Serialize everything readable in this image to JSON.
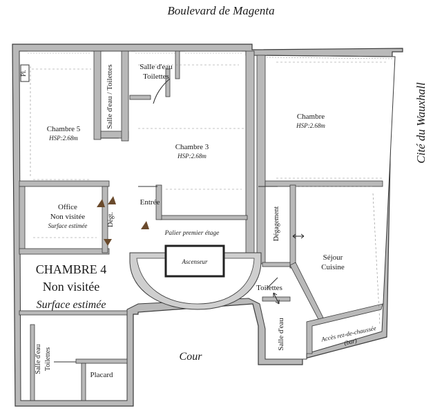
{
  "streets": {
    "north": "Boulevard de Magenta",
    "east": "Cité du Wauxhall",
    "court": "Cour"
  },
  "rooms": {
    "pl": "Pl.",
    "salle_eau_toilettes_top": "Salle d'eau / Toilettes",
    "salle_eau_toilettes_top2_line1": "Salle d'eau",
    "salle_eau_toilettes_top2_line2": "Toilettes",
    "chambre5": "Chambre 5",
    "chambre5_hsp": "HSP:2.68m",
    "chambre3": "Chambre 3",
    "chambre3_hsp": "HSP:2.68m",
    "chambre_east": "Chambre",
    "chambre_east_hsp": "HSP:2.68m",
    "office": "Office",
    "office_status": "Non visitée",
    "office_note": "Surface estimée",
    "degt": "Dégt.",
    "entree": "Entrée",
    "palier": "Palier premier étage",
    "ascenseur": "Ascenseur",
    "chambre4": "CHAMBRE 4",
    "chambre4_status": "Non visitée",
    "chambre4_note": "Surface estimée",
    "degagement": "Dégagement",
    "sejour": "Séjour",
    "cuisine": "Cuisine",
    "toilettes": "Toilettes",
    "salle_eau_bottom": "Salle d'eau",
    "acces_line1": "Accès rez-de-chaussée",
    "acces_line2": "(bar)",
    "salle_eau_toilettes_bl_line1": "Salle d'eau",
    "salle_eau_toilettes_bl_line2": "Toilettes",
    "placard": "Placard"
  }
}
